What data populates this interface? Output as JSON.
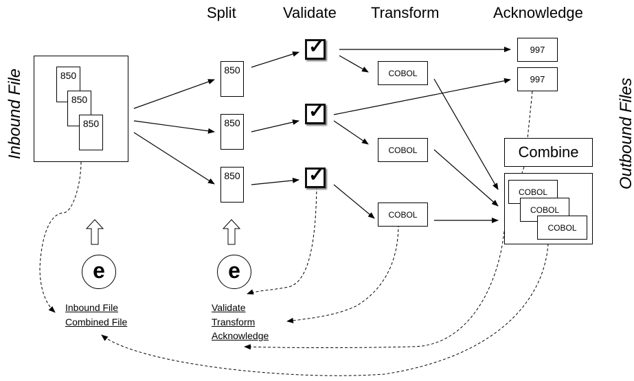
{
  "stages": {
    "split": "Split",
    "validate": "Validate",
    "transform": "Transform",
    "acknowledge": "Acknowledge"
  },
  "side_labels": {
    "inbound": "Inbound File",
    "outbound": "Outbound Files"
  },
  "inbound_file": {
    "docs": [
      "850",
      "850",
      "850"
    ]
  },
  "split_docs": [
    "850",
    "850",
    "850"
  ],
  "validate_icons": [
    "checkbox-checked-icon",
    "checkbox-checked-icon",
    "checkbox-checked-icon"
  ],
  "validate_glyph": "✓",
  "transform_docs": [
    "COBOL",
    "COBOL",
    "COBOL"
  ],
  "acknowledge_docs": [
    "997",
    "997"
  ],
  "combine": {
    "label": "Combine",
    "docs": [
      "COBOL",
      "COBOL",
      "COBOL"
    ]
  },
  "event_nodes": [
    {
      "glyph": "e",
      "links": [
        "Inbound File",
        "Combined File"
      ]
    },
    {
      "glyph": "e",
      "links": [
        "Validate",
        "Transform",
        "Acknowledge"
      ]
    }
  ]
}
